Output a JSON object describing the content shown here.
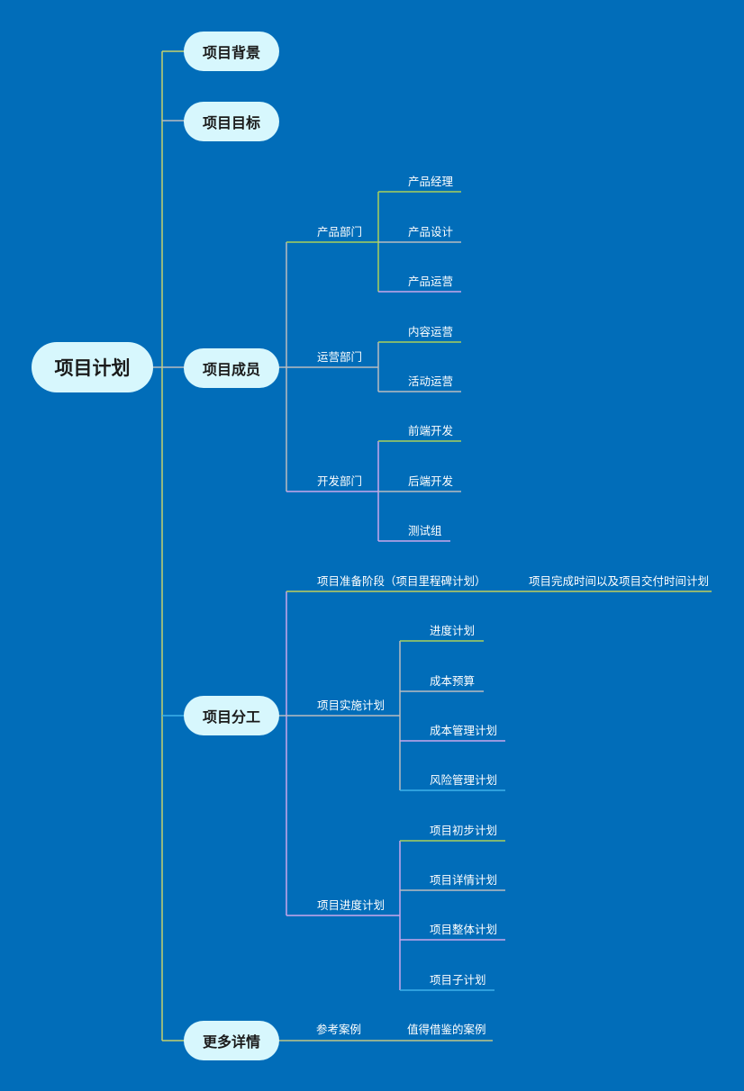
{
  "root": {
    "label": "项目计划"
  },
  "topics": {
    "background": "项目背景",
    "goal": "项目目标",
    "members": "项目成员",
    "division": "项目分工",
    "more": "更多详情"
  },
  "members": {
    "product": {
      "label": "产品部门",
      "children": [
        "产品经理",
        "产品设计",
        "产品运营"
      ]
    },
    "operations": {
      "label": "运营部门",
      "children": [
        "内容运营",
        "活动运营"
      ]
    },
    "dev": {
      "label": "开发部门",
      "children": [
        "前端开发",
        "后端开发",
        "测试组"
      ]
    }
  },
  "division": {
    "prep": {
      "label": "项目准备阶段（项目里程碑计划）",
      "child": "项目完成时间以及项目交付时间计划"
    },
    "impl": {
      "label": "项目实施计划",
      "children": [
        "进度计划",
        "成本预算",
        "成本管理计划",
        "风险管理计划"
      ]
    },
    "progress": {
      "label": "项目进度计划",
      "children": [
        "项目初步计划",
        "项目详情计划",
        "项目整体计划",
        "项目子计划"
      ]
    }
  },
  "more": {
    "label": "参考案例",
    "child": "值得借鉴的案例"
  },
  "colors": {
    "background": "#016DB9",
    "pill": "#D7F7FD",
    "pill_text": "#1B1B1B",
    "green": "#A9D25A",
    "purple": "#C9A6EC",
    "blue": "#3EB2EA",
    "olive": "#BFC787"
  }
}
